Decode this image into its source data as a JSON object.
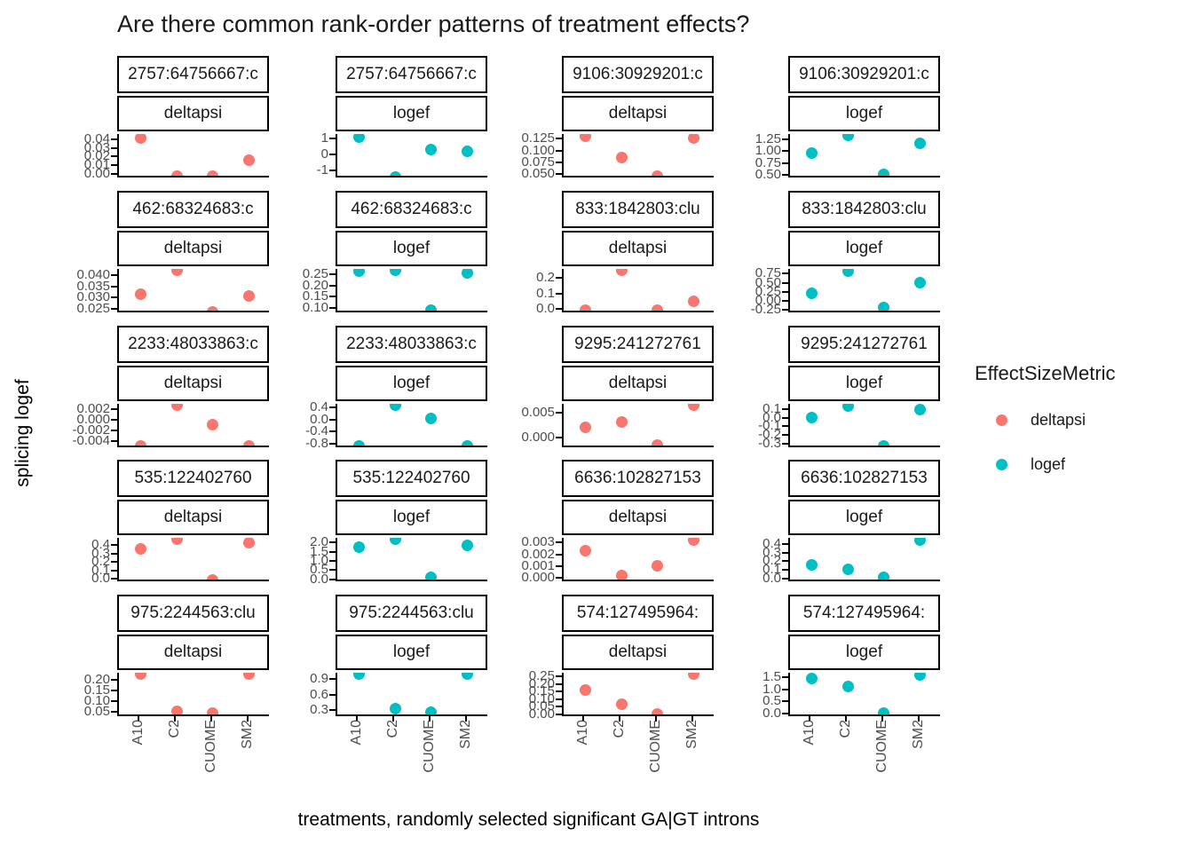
{
  "colors": {
    "deltapsi": "#F8766D",
    "logef": "#00BFC4",
    "axis_text": "#4d4d4d",
    "axis_line": "#000000"
  },
  "legend": {
    "title": "EffectSizeMetric",
    "position": "right",
    "items": [
      {
        "label": "deltapsi",
        "color": "#F8766D",
        "marker": "circle"
      },
      {
        "label": "logef",
        "color": "#00BFC4",
        "marker": "circle"
      }
    ]
  },
  "chart_data": {
    "type": "scatter",
    "title": "Are there common rank-order patterns of treatment effects?",
    "xlabel": "treatments, randomly selected significant GA|GT introns",
    "ylabel": "splicing logef",
    "grid": false,
    "facet_grid": {
      "rows": 5,
      "cols": 4,
      "strip_lines": [
        "intron-id",
        "metric"
      ]
    },
    "x_categories": [
      "A10",
      "C2",
      "CUOME",
      "SM2"
    ],
    "panels": [
      {
        "row": 0,
        "col": 0,
        "facet": "2757:64756667:c",
        "metric": "deltapsi",
        "ylim": [
          -0.004,
          0.046
        ],
        "ytick_vals": [
          0.0,
          0.01,
          0.02,
          0.03,
          0.04
        ],
        "ytick_labels": [
          "0.00",
          "0.01",
          "0.02",
          "0.03",
          "0.04"
        ],
        "values": [
          0.041,
          -0.002,
          -0.002,
          0.0155
        ]
      },
      {
        "row": 0,
        "col": 1,
        "facet": "2757:64756667:c",
        "metric": "logef",
        "ylim": [
          -1.45,
          1.3
        ],
        "ytick_vals": [
          -1,
          0,
          1
        ],
        "ytick_labels": [
          "-1",
          "0",
          "1"
        ],
        "values": [
          1.1,
          -1.42,
          0.3,
          0.22
        ]
      },
      {
        "row": 0,
        "col": 2,
        "facet": "9106:30929201:c",
        "metric": "deltapsi",
        "ylim": [
          0.043,
          0.135
        ],
        "ytick_vals": [
          0.05,
          0.075,
          0.1,
          0.125
        ],
        "ytick_labels": [
          "0.050",
          "0.075",
          "0.100",
          "0.125"
        ],
        "values": [
          0.13,
          0.085,
          0.045,
          0.127
        ]
      },
      {
        "row": 0,
        "col": 3,
        "facet": "9106:30929201:c",
        "metric": "logef",
        "ylim": [
          0.45,
          1.36
        ],
        "ytick_vals": [
          0.5,
          0.75,
          1.0,
          1.25
        ],
        "ytick_labels": [
          "0.50",
          "0.75",
          "1.00",
          "1.25"
        ],
        "values": [
          0.97,
          1.33,
          0.52,
          1.16
        ]
      },
      {
        "row": 1,
        "col": 0,
        "facet": "462:68324683:c",
        "metric": "deltapsi",
        "ylim": [
          0.0232,
          0.0428
        ],
        "ytick_vals": [
          0.025,
          0.03,
          0.035,
          0.04
        ],
        "ytick_labels": [
          "0.025",
          "0.030",
          "0.035",
          "0.040"
        ],
        "values": [
          0.0315,
          0.0422,
          0.0235,
          0.0305
        ]
      },
      {
        "row": 1,
        "col": 1,
        "facet": "462:68324683:c",
        "metric": "logef",
        "ylim": [
          0.08,
          0.275
        ],
        "ytick_vals": [
          0.1,
          0.15,
          0.2,
          0.25
        ],
        "ytick_labels": [
          "0.10",
          "0.15",
          "0.20",
          "0.25"
        ],
        "values": [
          0.265,
          0.268,
          0.088,
          0.258
        ]
      },
      {
        "row": 1,
        "col": 2,
        "facet": "833:1842803:clu",
        "metric": "deltapsi",
        "ylim": [
          -0.025,
          0.26
        ],
        "ytick_vals": [
          0.0,
          0.1,
          0.2
        ],
        "ytick_labels": [
          "0.0",
          "0.1",
          "0.2"
        ],
        "values": [
          -0.01,
          0.25,
          -0.01,
          0.045
        ]
      },
      {
        "row": 1,
        "col": 3,
        "facet": "833:1842803:clu",
        "metric": "logef",
        "ylim": [
          -0.32,
          0.88
        ],
        "ytick_vals": [
          -0.25,
          0.0,
          0.25,
          0.5,
          0.75
        ],
        "ytick_labels": [
          "-0.25",
          "0.00",
          "0.25",
          "0.50",
          "0.75"
        ],
        "values": [
          0.2,
          0.83,
          -0.18,
          0.5
        ]
      },
      {
        "row": 2,
        "col": 0,
        "facet": "2233:48033863:c",
        "metric": "deltapsi",
        "ylim": [
          -0.0052,
          0.003
        ],
        "ytick_vals": [
          -0.004,
          -0.002,
          0.0,
          0.002
        ],
        "ytick_labels": [
          "-0.004",
          "-0.002",
          "0.000",
          "0.002"
        ],
        "values": [
          -0.0049,
          0.0027,
          -0.001,
          -0.0049
        ]
      },
      {
        "row": 2,
        "col": 1,
        "facet": "2233:48033863:c",
        "metric": "logef",
        "ylim": [
          -0.92,
          0.52
        ],
        "ytick_vals": [
          -0.8,
          -0.4,
          0.0,
          0.4
        ],
        "ytick_labels": [
          "-0.8",
          "-0.4",
          "0.0",
          "0.4"
        ],
        "values": [
          -0.87,
          0.48,
          0.03,
          -0.87
        ]
      },
      {
        "row": 2,
        "col": 2,
        "facet": "9295:241272761",
        "metric": "deltapsi",
        "ylim": [
          -0.002,
          0.0068
        ],
        "ytick_vals": [
          0.0,
          0.005
        ],
        "ytick_labels": [
          "0.000",
          "0.005"
        ],
        "values": [
          0.002,
          0.0031,
          -0.0015,
          0.0065
        ]
      },
      {
        "row": 2,
        "col": 3,
        "facet": "9295:241272761",
        "metric": "logef",
        "ylim": [
          -0.34,
          0.16
        ],
        "ytick_vals": [
          -0.3,
          -0.2,
          -0.1,
          0.0,
          0.1
        ],
        "ytick_labels": [
          "-0.3",
          "-0.2",
          "-0.1",
          "0.0",
          "0.1"
        ],
        "values": [
          0.0,
          0.135,
          -0.32,
          0.09
        ]
      },
      {
        "row": 3,
        "col": 0,
        "facet": "535:122402760",
        "metric": "deltapsi",
        "ylim": [
          -0.03,
          0.49
        ],
        "ytick_vals": [
          0.0,
          0.1,
          0.2,
          0.3,
          0.4
        ],
        "ytick_labels": [
          "0.0",
          "0.1",
          "0.2",
          "0.3",
          "0.4"
        ],
        "values": [
          0.36,
          0.47,
          -0.01,
          0.43
        ]
      },
      {
        "row": 3,
        "col": 1,
        "facet": "535:122402760",
        "metric": "logef",
        "ylim": [
          -0.12,
          2.25
        ],
        "ytick_vals": [
          0.0,
          0.5,
          1.0,
          1.5,
          2.0
        ],
        "ytick_labels": [
          "0.0",
          "0.5",
          "1.0",
          "1.5",
          "2.0"
        ],
        "values": [
          1.75,
          2.18,
          0.08,
          1.85
        ]
      },
      {
        "row": 3,
        "col": 2,
        "facet": "6636:102827153",
        "metric": "deltapsi",
        "ylim": [
          -0.0003,
          0.0034
        ],
        "ytick_vals": [
          0.0,
          0.001,
          0.002,
          0.003
        ],
        "ytick_labels": [
          "0.000",
          "0.001",
          "0.002",
          "0.003"
        ],
        "values": [
          0.0023,
          0.0002,
          0.001,
          0.0032
        ]
      },
      {
        "row": 3,
        "col": 3,
        "facet": "6636:102827153",
        "metric": "logef",
        "ylim": [
          -0.03,
          0.47
        ],
        "ytick_vals": [
          0.0,
          0.1,
          0.2,
          0.3,
          0.4
        ],
        "ytick_labels": [
          "0.0",
          "0.1",
          "0.2",
          "0.3",
          "0.4"
        ],
        "values": [
          0.16,
          0.11,
          0.02,
          0.44
        ]
      },
      {
        "row": 4,
        "col": 0,
        "facet": "975:2244563:clu",
        "metric": "deltapsi",
        "ylim": [
          0.028,
          0.235
        ],
        "ytick_vals": [
          0.05,
          0.1,
          0.15,
          0.2
        ],
        "ytick_labels": [
          "0.05",
          "0.10",
          "0.15",
          "0.20"
        ],
        "values": [
          0.228,
          0.05,
          0.042,
          0.228
        ]
      },
      {
        "row": 4,
        "col": 1,
        "facet": "975:2244563:clu",
        "metric": "logef",
        "ylim": [
          0.18,
          1.03
        ],
        "ytick_vals": [
          0.3,
          0.6,
          0.9
        ],
        "ytick_labels": [
          "0.3",
          "0.6",
          "0.9"
        ],
        "values": [
          1.0,
          0.32,
          0.25,
          1.0
        ]
      },
      {
        "row": 4,
        "col": 2,
        "facet": "574:127495964:",
        "metric": "deltapsi",
        "ylim": [
          -0.012,
          0.275
        ],
        "ytick_vals": [
          0.0,
          0.05,
          0.1,
          0.15,
          0.2,
          0.25
        ],
        "ytick_labels": [
          "0.00",
          "0.05",
          "0.10",
          "0.15",
          "0.20",
          "0.25"
        ],
        "values": [
          0.16,
          0.07,
          0.005,
          0.265
        ]
      },
      {
        "row": 4,
        "col": 3,
        "facet": "574:127495964:",
        "metric": "logef",
        "ylim": [
          -0.12,
          1.68
        ],
        "ytick_vals": [
          0.0,
          0.5,
          1.0,
          1.5
        ],
        "ytick_labels": [
          "0.0",
          "0.5",
          "1.0",
          "1.5"
        ],
        "values": [
          1.45,
          1.12,
          0.0,
          1.58
        ]
      }
    ]
  }
}
